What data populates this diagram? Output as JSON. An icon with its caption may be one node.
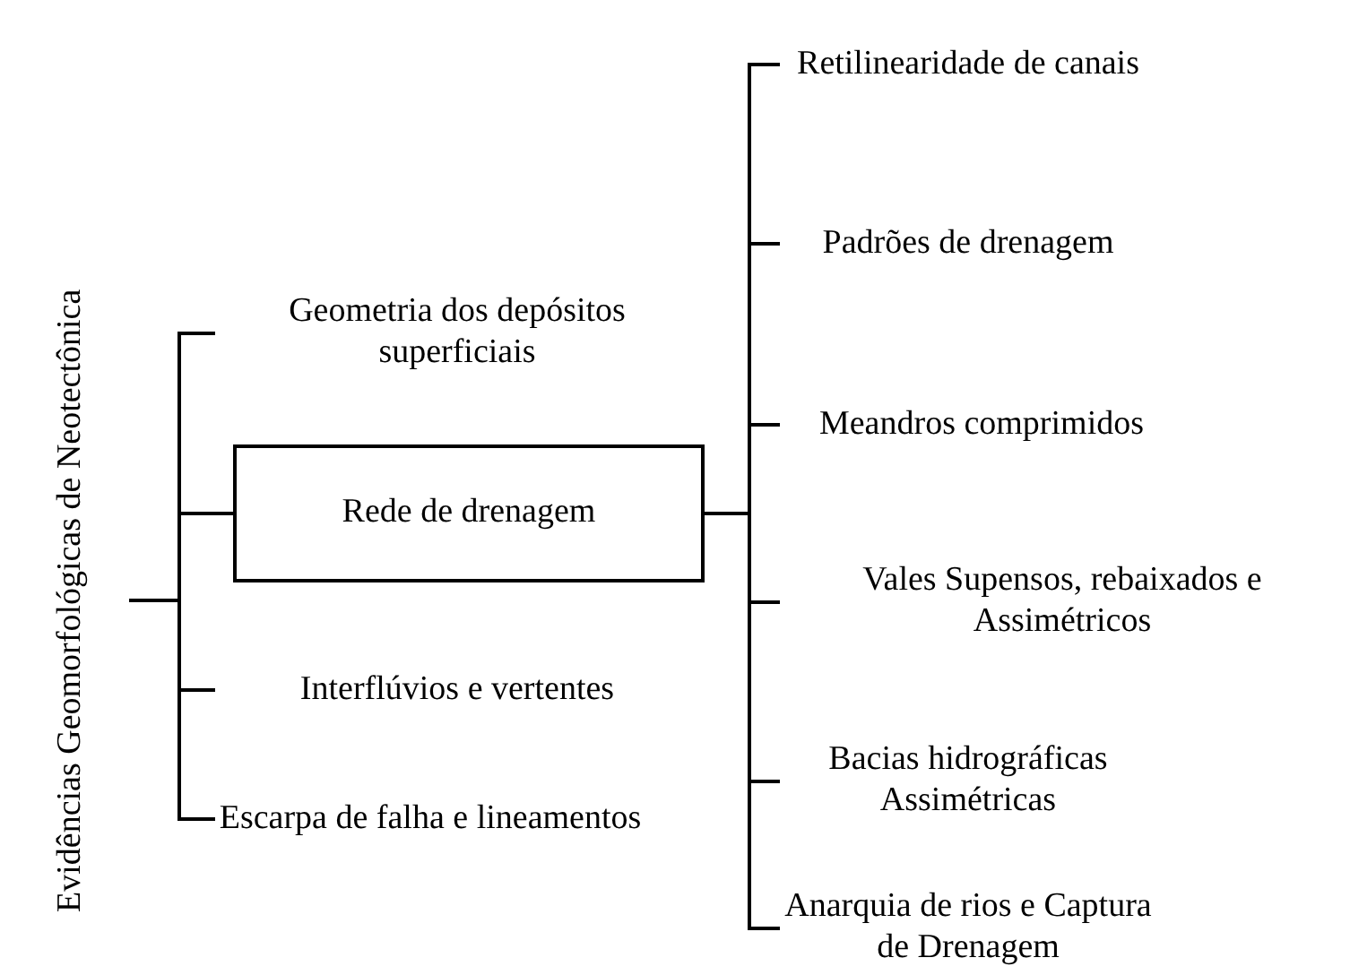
{
  "diagram": {
    "nodes": [
      {
        "text": [
          "Evidências Geomorfológicas de Neotectônica"
        ]
      },
      {
        "text": [
          "Geometria dos depósitos superficiais"
        ]
      },
      {
        "text": [
          "Rede de drenagem"
        ]
      },
      {
        "text": [
          "Interflúvios e vertentes"
        ]
      },
      {
        "text": [
          "Escarpa de falha e lineamentos"
        ]
      },
      {
        "text": [
          "Retilinearidade de canais"
        ]
      },
      {
        "text": [
          "Padrões de drenagem"
        ]
      },
      {
        "text": [
          "Meandros comprimidos"
        ]
      },
      {
        "text": [
          "Vales Supensos, rebaixados e Assimétricos"
        ]
      },
      {
        "text": [
          "Bacias hidrográficas Assimétricas"
        ]
      },
      {
        "text": [
          "Anarquia de rios e Captura de Drenagem"
        ]
      }
    ],
    "edges": [
      {
        "from": 0,
        "to": 1,
        "arrow": "none"
      },
      {
        "from": 0,
        "to": 2,
        "arrow": "none"
      },
      {
        "from": 0,
        "to": 3,
        "arrow": "none"
      },
      {
        "from": 0,
        "to": 4,
        "arrow": "none"
      },
      {
        "from": 2,
        "to": 5,
        "arrow": "none"
      },
      {
        "from": 2,
        "to": 6,
        "arrow": "none"
      },
      {
        "from": 2,
        "to": 7,
        "arrow": "none"
      },
      {
        "from": 2,
        "to": 8,
        "arrow": "none"
      },
      {
        "from": 2,
        "to": 9,
        "arrow": "none"
      },
      {
        "from": 2,
        "to": 10,
        "arrow": "none"
      }
    ]
  }
}
